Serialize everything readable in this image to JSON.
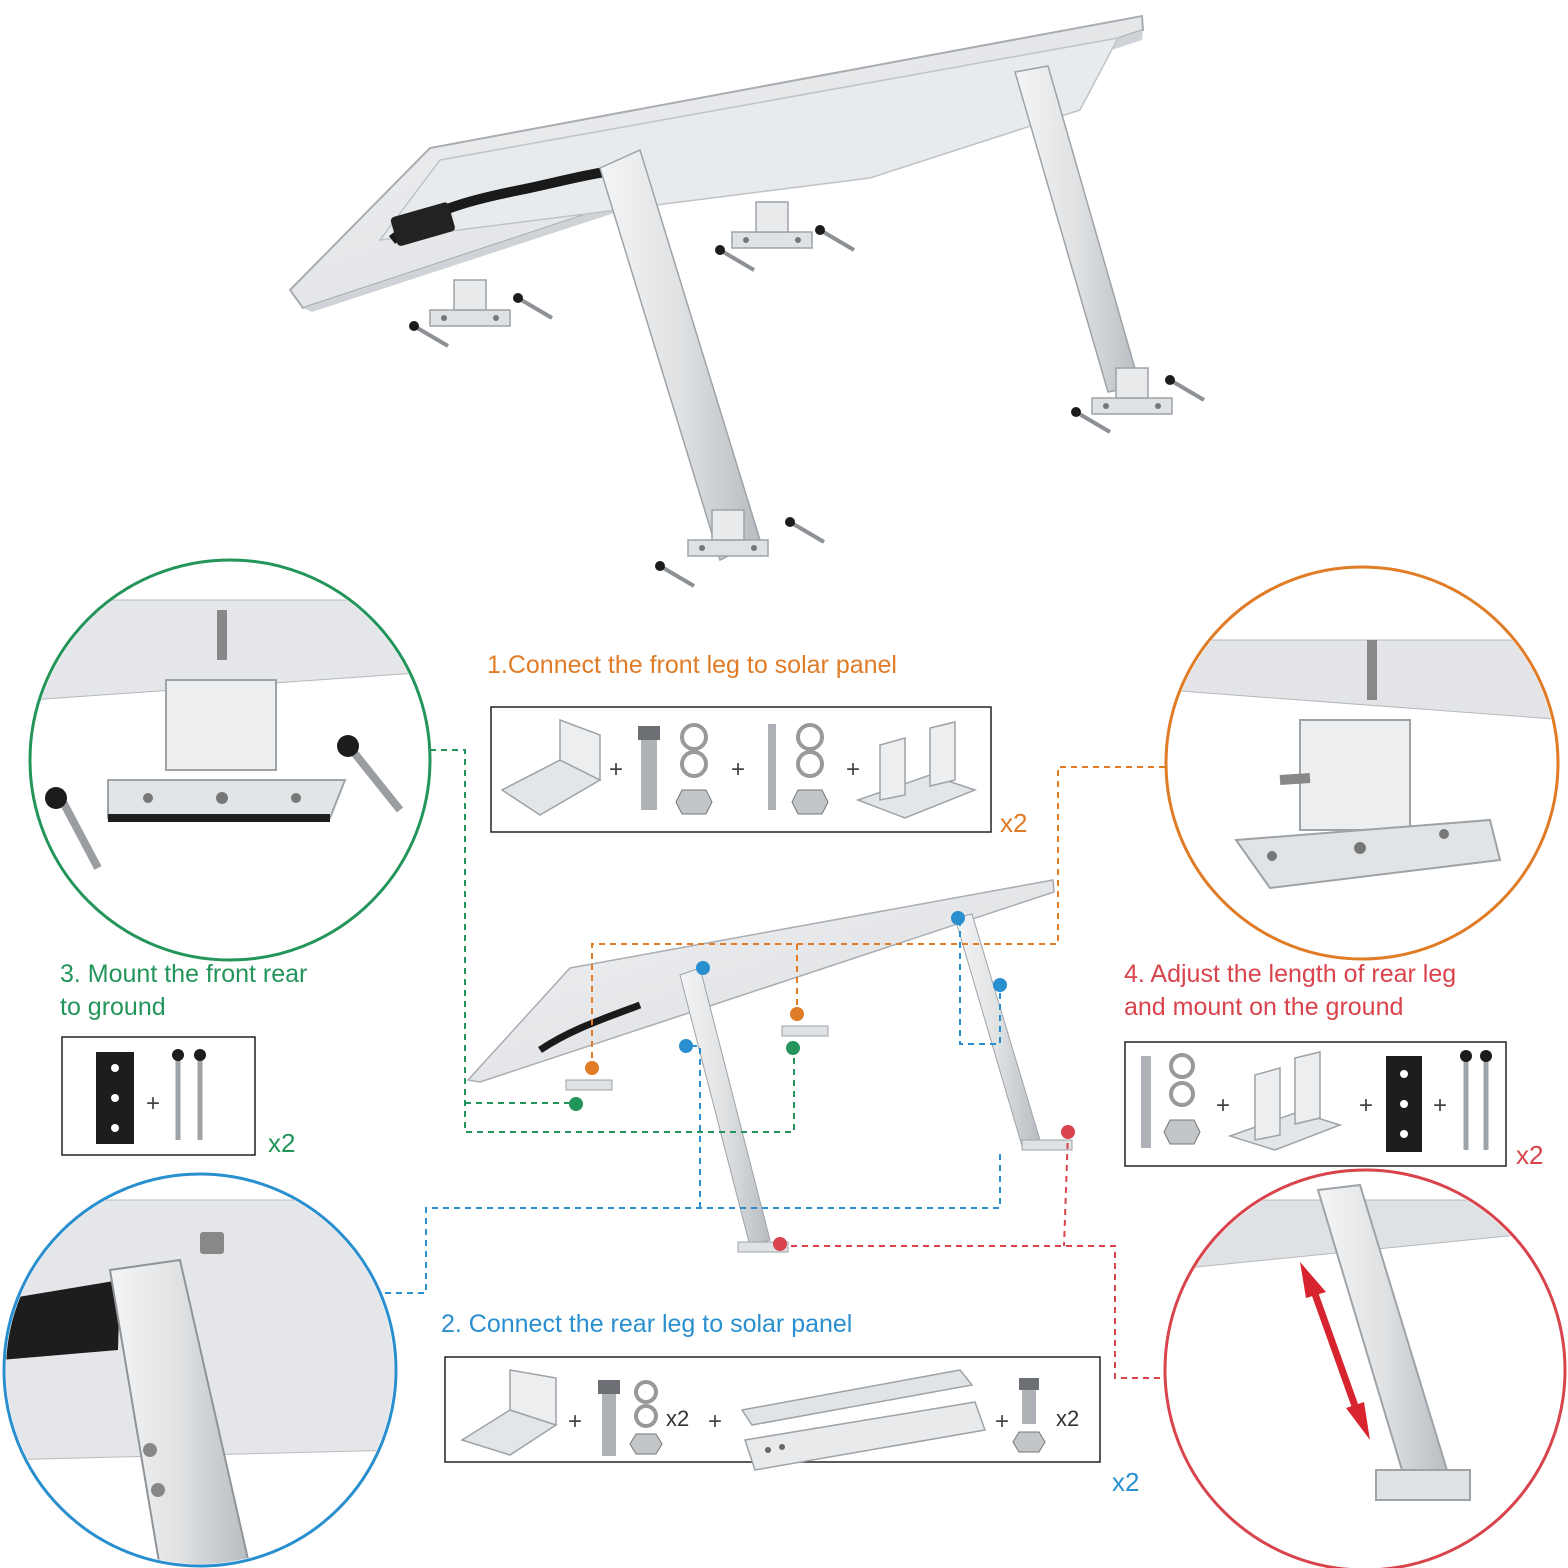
{
  "colors": {
    "step1": "#e07b26",
    "step2": "#2a8fcf",
    "step3": "#23955a",
    "step4": "#d9434b",
    "aluminum": "#e4e6e8",
    "aluminum_dark": "#aeb2b6",
    "screw_head": "#1c1c1c"
  },
  "steps": [
    {
      "title": "1.Connect the front leg to solar panel",
      "multiplier": "x2",
      "parts": [
        "l-bracket-icon",
        "bolt-washer-nut-icon",
        "long-bolt-washer-nut-icon",
        "u-bracket-icon"
      ]
    },
    {
      "title": "2. Connect the rear leg to solar panel",
      "multiplier": "x2",
      "parts": [
        "angle-bracket-icon",
        "bolt-washer-nut-icon",
        "telescopic-rail-icon",
        "bolt-nut-icon"
      ],
      "inline_multipliers": [
        "x2",
        "x2"
      ]
    },
    {
      "title_line1": "3. Mount the front rear",
      "title_line2": "to ground",
      "multiplier": "x2",
      "parts": [
        "rubber-pad-icon",
        "lag-screw-icon"
      ]
    },
    {
      "title_line1": "4. Adjust the length of rear leg",
      "title_line2": "and mount on the ground",
      "multiplier": "x2",
      "parts": [
        "bolt-washer-nut-icon",
        "u-bracket-icon",
        "rubber-pad-icon",
        "lag-screw-icon"
      ]
    }
  ],
  "plus_sign": "+"
}
